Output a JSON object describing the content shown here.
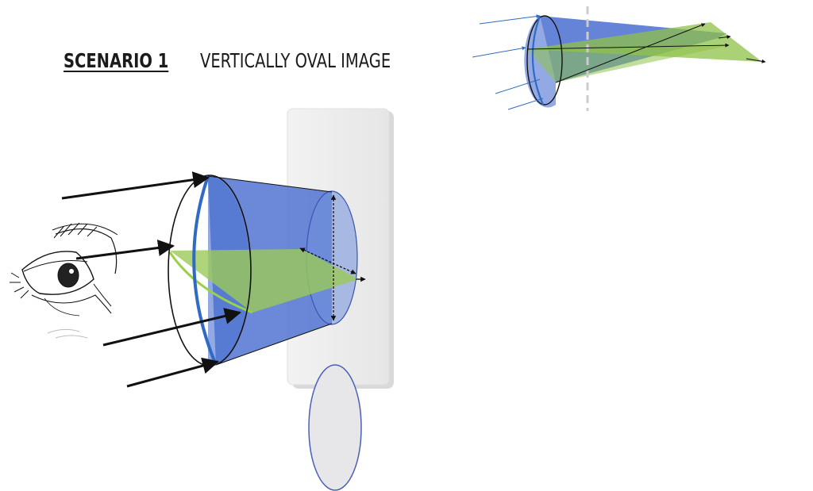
{
  "title": {
    "scenario": "SCENARIO 1",
    "description": "VERTICALLY OVAL IMAGE"
  },
  "colors": {
    "blue_cone": "#4a6fd0",
    "green_plane": "#8fc24a",
    "lens_edge_blue": "#2f6bc4",
    "screen": "#eeeeee",
    "oval_image": "#e7e7ea",
    "outline": "#111111"
  },
  "icons": [
    "eye-illustration",
    "ray-arrow",
    "lens",
    "screen-card",
    "oval-image"
  ]
}
